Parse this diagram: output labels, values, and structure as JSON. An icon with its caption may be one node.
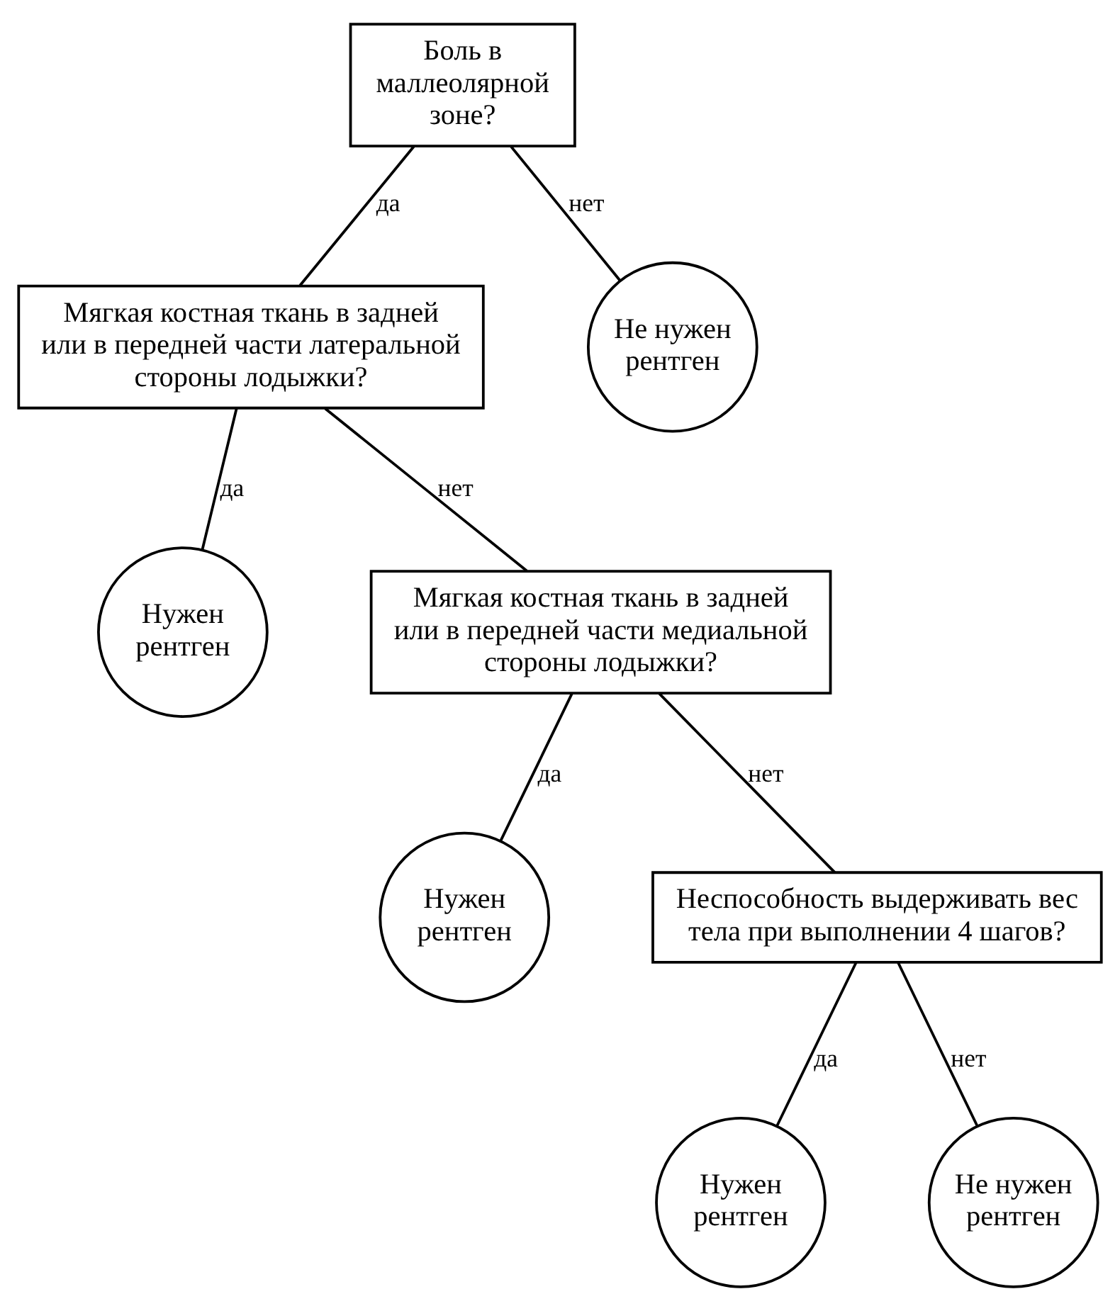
{
  "diagram": {
    "nodes": [
      {
        "text": [
          "Боль в маллеолярной зоне?"
        ]
      },
      {
        "text": [
          "Мягкая костная ткань в задней или в передней части латеральной стороны лодыжки?"
        ]
      },
      {
        "text": [
          "Не нужен рентген"
        ]
      },
      {
        "text": [
          "Нужен рентген"
        ]
      },
      {
        "text": [
          "Мягкая костная ткань в задней или в передней части медиальной стороны лодыжки?"
        ]
      },
      {
        "text": [
          "Нужен рентген"
        ]
      },
      {
        "text": [
          "Неспособность выдерживать вес тела при выполнении 4 шагов?"
        ]
      },
      {
        "text": [
          "Нужен рентген"
        ]
      },
      {
        "text": [
          "Не нужен рентген"
        ]
      }
    ],
    "edges": [
      {
        "from": 0,
        "to": 1,
        "arrow": "none",
        "label": "да"
      },
      {
        "from": 0,
        "to": 2,
        "arrow": "none",
        "label": "нет"
      },
      {
        "from": 1,
        "to": 3,
        "arrow": "none",
        "label": "да"
      },
      {
        "from": 1,
        "to": 4,
        "arrow": "none",
        "label": "нет"
      },
      {
        "from": 4,
        "to": 5,
        "arrow": "none",
        "label": "да"
      },
      {
        "from": 4,
        "to": 6,
        "arrow": "none",
        "label": "нет"
      },
      {
        "from": 6,
        "to": 7,
        "arrow": "none",
        "label": "да"
      },
      {
        "from": 6,
        "to": 8,
        "arrow": "none",
        "label": "нет"
      }
    ]
  }
}
